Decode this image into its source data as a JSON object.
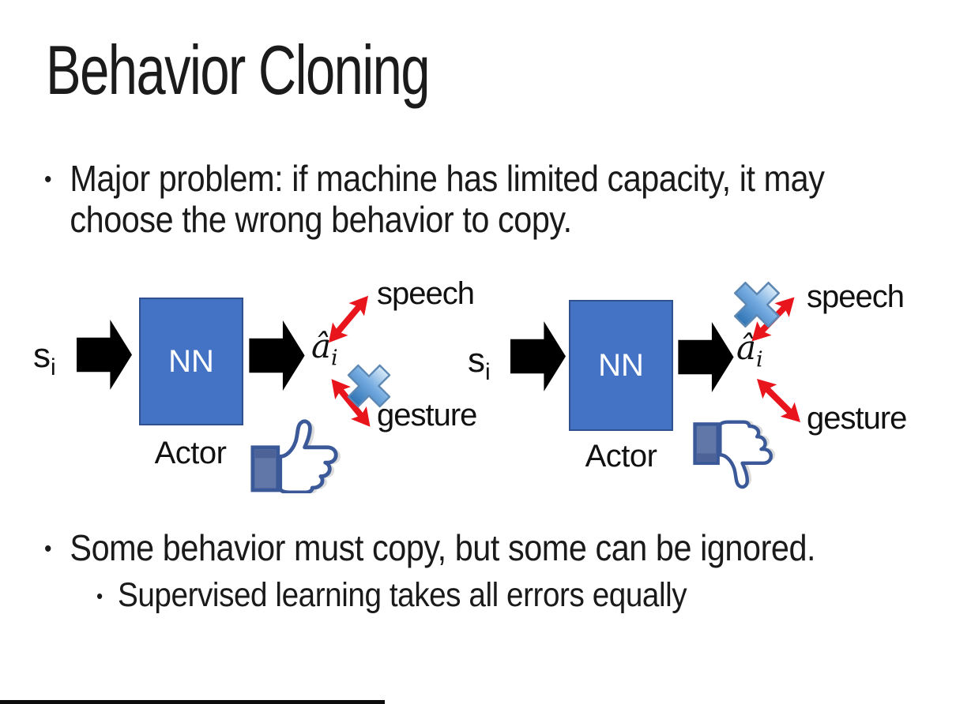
{
  "slide": {
    "title": "Behavior Cloning",
    "bullet_glyph": "•",
    "bullet1": "Major problem: if machine has limited capacity, it may choose the wrong behavior to copy.",
    "bullet2": "Some behavior must copy, but some can be ignored.",
    "bullet2_sub": "Supervised learning takes all errors equally"
  },
  "diagram": {
    "input_label": "s",
    "index_sub": "i",
    "nn_label": "NN",
    "actor_label": "Actor",
    "output_label": "â",
    "speech_label": "speech",
    "gesture_label": "gesture"
  },
  "colors": {
    "nn_fill": "#4472C4",
    "nn_border": "#2F528F",
    "arrow_black": "#000000",
    "arrow_red": "#E8151C",
    "cross_light": "#D9EAF8",
    "cross_mid": "#76ACE0",
    "cross_dark": "#2E74B5",
    "cross_edge": "#5E88B4",
    "thumb_outline": "#3B5998",
    "thumb_cuff": "#6077A8",
    "thumb_cuff_dark": "#4D6397",
    "background": "#FFFFFF"
  }
}
